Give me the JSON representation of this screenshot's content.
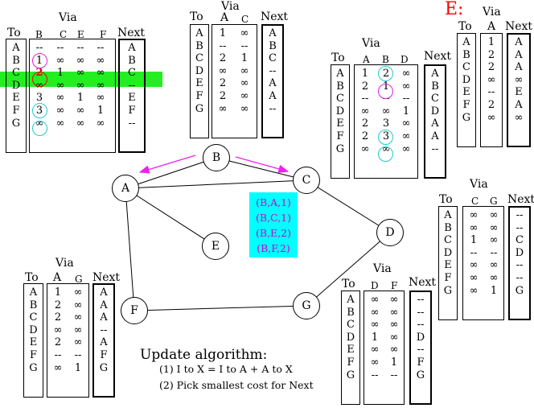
{
  "symbols": {
    "infinity": "∞",
    "dash": "--"
  },
  "topleft": {
    "via": "Via",
    "to": "To",
    "next": "Next",
    "rows": [
      "A",
      "B",
      "C",
      "D",
      "E",
      "F",
      "G"
    ],
    "via_cols": [
      "B",
      "C",
      "E",
      "F"
    ],
    "cols": [
      [
        "--",
        "1",
        "2",
        "∞",
        "3",
        "3",
        "∞"
      ],
      [
        "--",
        "∞",
        "1",
        "∞",
        "∞",
        "∞",
        "∞"
      ],
      [
        "--",
        "∞",
        "∞",
        "∞",
        "1",
        "∞",
        "∞"
      ],
      [
        "--",
        "∞",
        "∞",
        "∞",
        "∞",
        "1",
        "∞"
      ]
    ],
    "next_col": [
      "A",
      "B",
      "C",
      "--",
      "E",
      "F",
      "--"
    ]
  },
  "b_table": {
    "via": "Via",
    "to": "To",
    "next": "Next",
    "rows": [
      "A",
      "B",
      "C",
      "D",
      "E",
      "F",
      "G"
    ],
    "via_cols": [
      "A",
      "C"
    ],
    "cols": [
      [
        "1",
        "--",
        "2",
        "∞",
        "2",
        "2",
        "∞"
      ],
      [
        "∞",
        "--",
        "1",
        "∞",
        "∞",
        "∞",
        "∞"
      ]
    ],
    "next_col": [
      "A",
      "B",
      "C",
      "--",
      "A",
      "A",
      "--"
    ]
  },
  "a_table": {
    "via": "Via",
    "to": "To",
    "next": "Next",
    "rows": [
      "A",
      "B",
      "C",
      "D",
      "E",
      "F",
      "G"
    ],
    "via_cols": [
      "A",
      "B",
      "D"
    ],
    "cols": [
      [
        "1",
        "2",
        "--",
        "∞",
        "2",
        "2",
        "∞"
      ],
      [
        "2",
        "1",
        "--",
        "∞",
        "3",
        "3",
        "∞"
      ],
      [
        "∞",
        "∞",
        "--",
        "1",
        "∞",
        "∞",
        "∞"
      ]
    ],
    "next_col": [
      "A",
      "B",
      "C",
      "D",
      "A",
      "A",
      "--"
    ]
  },
  "e_table": {
    "title": "E:",
    "via": "Via",
    "to": "To",
    "next": "Next",
    "rows": [
      "A",
      "B",
      "C",
      "D",
      "E",
      "F",
      "G"
    ],
    "via_cols": [
      "A"
    ],
    "cols": [
      [
        "1",
        "2",
        "2",
        "∞",
        "--",
        "2",
        "∞"
      ]
    ],
    "next_col": [
      "A",
      "A",
      "A",
      "∞",
      "E",
      "A",
      "∞"
    ]
  },
  "d_table": {
    "via": "Via",
    "to": "To",
    "next": "Next",
    "rows": [
      "A",
      "B",
      "C",
      "D",
      "E",
      "F",
      "G"
    ],
    "via_cols": [
      "C",
      "G"
    ],
    "cols": [
      [
        "∞",
        "∞",
        "1",
        "--",
        "∞",
        "∞",
        "∞"
      ],
      [
        "∞",
        "∞",
        "∞",
        "--",
        "∞",
        "∞",
        "1"
      ]
    ],
    "next_col": [
      "--",
      "--",
      "C",
      "D",
      "--",
      "--",
      "G"
    ]
  },
  "g_table": {
    "via": "Via",
    "to": "To",
    "next": "Next",
    "rows": [
      "A",
      "B",
      "C",
      "D",
      "E",
      "F",
      "G"
    ],
    "via_cols": [
      "D",
      "F"
    ],
    "cols": [
      [
        "∞",
        "∞",
        "∞",
        "1",
        "∞",
        "∞",
        "--"
      ],
      [
        "∞",
        "∞",
        "∞",
        "∞",
        "∞",
        "1",
        "--"
      ]
    ],
    "next_col": [
      "--",
      "--",
      "--",
      "D",
      "--",
      "F",
      "G"
    ]
  },
  "f_table": {
    "via": "Via",
    "to": "To",
    "next": "Next",
    "rows": [
      "A",
      "B",
      "C",
      "D",
      "E",
      "F",
      "G"
    ],
    "via_cols": [
      "A",
      "G"
    ],
    "cols": [
      [
        "1",
        "2",
        "2",
        "∞",
        "2",
        "--",
        "∞"
      ],
      [
        "∞",
        "∞",
        "∞",
        "∞",
        "∞",
        "--",
        "1"
      ]
    ],
    "next_col": [
      "A",
      "A",
      "A",
      "--",
      "A",
      "F",
      "G"
    ]
  },
  "graph": {
    "nodes": [
      "A",
      "B",
      "C",
      "D",
      "E",
      "F",
      "G"
    ]
  },
  "message": {
    "lines": [
      "(B,A,1)",
      "(B,C,1)",
      "(B,E,2)",
      "(B,F,2)"
    ]
  },
  "algorithm": {
    "title": "Update algorithm:",
    "steps": [
      "(1) I to X = I to A + A to X",
      "(2) Pick smallest cost for Next"
    ]
  },
  "colors": {
    "highlight_green": "#22ee22",
    "message_bg": "#00ffff",
    "message_text": "#cc00cc",
    "arrow": "#ee22ee",
    "e_title": "#ff0000",
    "circle_magenta": "#dd22dd",
    "circle_cyan": "#22cccc",
    "circle_red": "#ee0000"
  }
}
